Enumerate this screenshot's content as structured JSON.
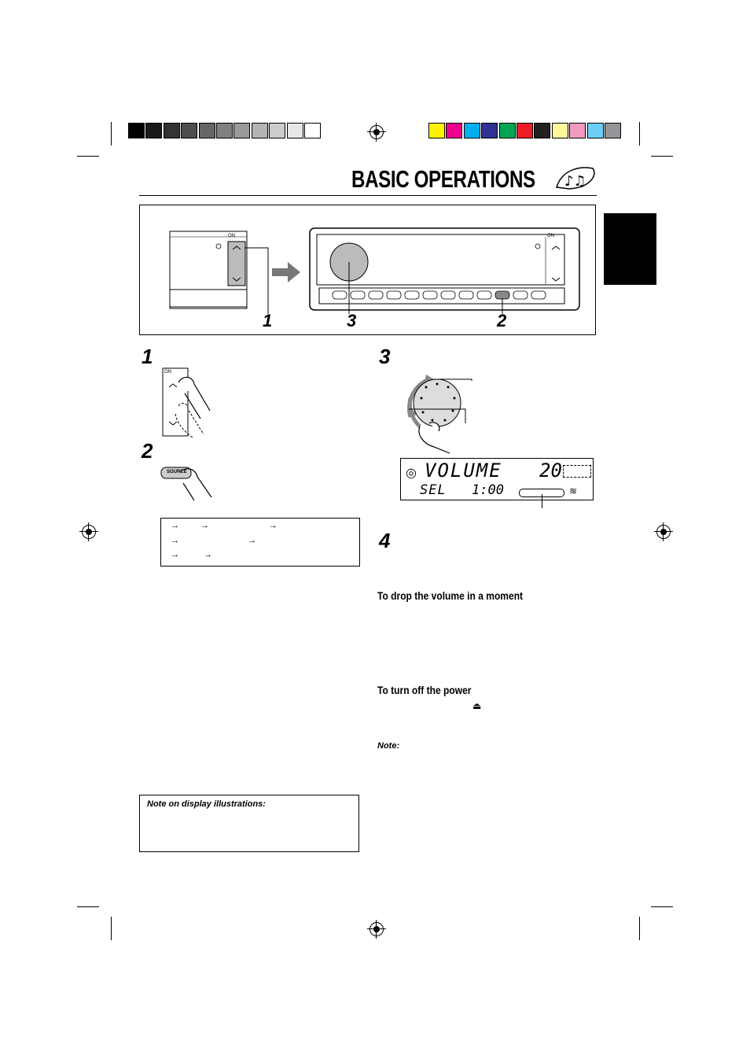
{
  "page": {
    "title": "BASIC OPERATIONS",
    "step_labels": [
      "1",
      "2",
      "3",
      "4"
    ],
    "figure_callouts": [
      "1",
      "3",
      "2"
    ]
  },
  "device": {
    "on_label": "ON",
    "source_button": "SOURCE"
  },
  "display": {
    "main_text": "VOLUME",
    "level": "20",
    "sub_text": "SEL",
    "clock": "1:00"
  },
  "source_flow": {
    "rows": [
      [
        "→",
        "→",
        "→"
      ],
      [
        "→",
        "→"
      ],
      [
        "→",
        "→"
      ]
    ]
  },
  "sections": {
    "drop_volume_heading": "To drop the volume in a moment",
    "turn_off_heading": "To turn off the power",
    "eject_symbol": "⏏",
    "note_label": "Note:",
    "display_note_label": "Note on display illustrations:"
  },
  "colors": {
    "swatches_gray": [
      "#000000",
      "#1a1a1a",
      "#333333",
      "#4d4d4d",
      "#666666",
      "#808080",
      "#999999",
      "#b3b3b3",
      "#cccccc",
      "#e6e6e6",
      "#ffffff"
    ],
    "swatches_color": [
      "#fff200",
      "#ec008c",
      "#00aeef",
      "#2e3192",
      "#00a651",
      "#ed1c24",
      "#231f20",
      "#fff799",
      "#f49ac1",
      "#6dcff6",
      "#939598"
    ],
    "tab": "#000000"
  }
}
